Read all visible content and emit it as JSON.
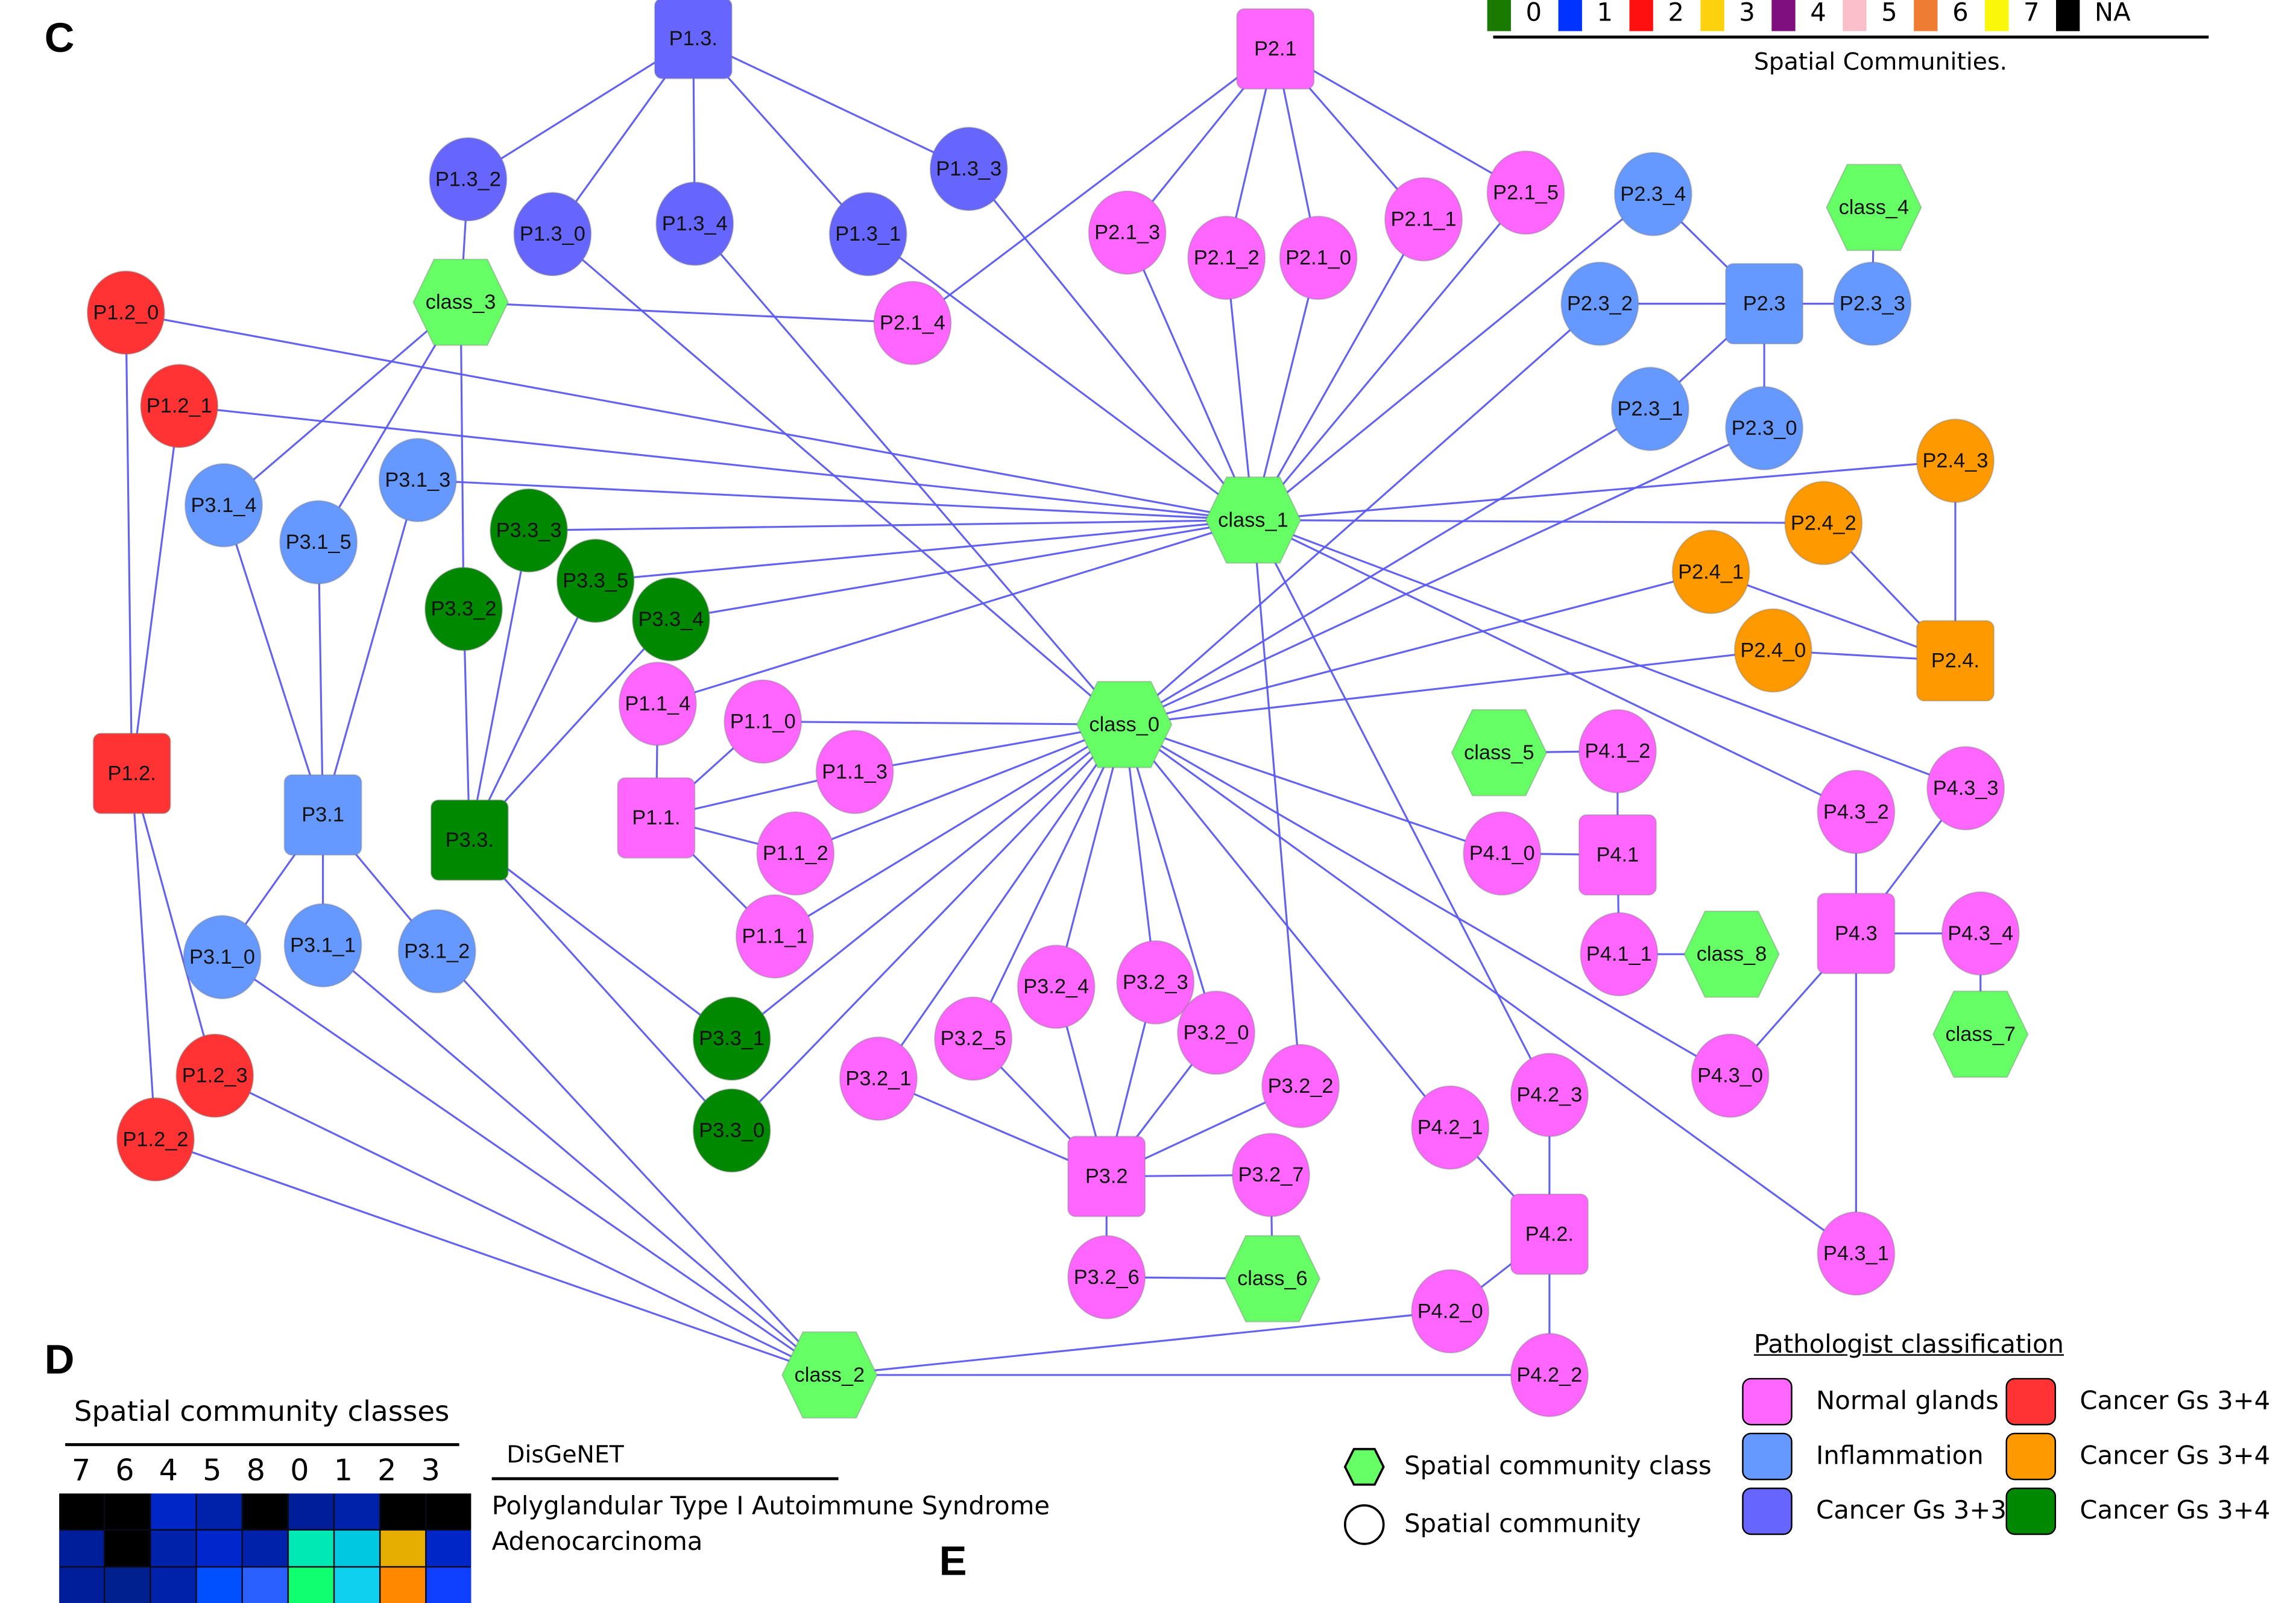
{
  "panels": {
    "c": "C",
    "d": "D",
    "e": "E"
  },
  "spatial_community_legend": {
    "title": "Spatial Communities.",
    "items": [
      {
        "label": "0",
        "color": "#1a7a00"
      },
      {
        "label": "1",
        "color": "#0033ff"
      },
      {
        "label": "2",
        "color": "#ff1010"
      },
      {
        "label": "3",
        "color": "#fcd20f"
      },
      {
        "label": "4",
        "color": "#7f0f7f"
      },
      {
        "label": "5",
        "color": "#f9c0cb"
      },
      {
        "label": "6",
        "color": "#ee7d33"
      },
      {
        "label": "7",
        "color": "#faf70a"
      },
      {
        "label": "NA",
        "color": "#000000"
      }
    ]
  },
  "pathologist_legend": {
    "title": "Pathologist classification",
    "items": [
      {
        "key": "normal",
        "label": "Normal glands",
        "color": "#ff66ff"
      },
      {
        "key": "inflam",
        "label": "Inflammation",
        "color": "#6699ff"
      },
      {
        "key": "c33",
        "label": "Cancer Gs 3+3",
        "color": "#6666ff"
      },
      {
        "key": "c34red",
        "label": "Cancer Gs 3+4",
        "color": "#ff3333"
      },
      {
        "key": "c34orange",
        "label": "Cancer Gs 3+4",
        "color": "#ff9900"
      },
      {
        "key": "c34green",
        "label": "Cancer Gs 3+4",
        "color": "#008800"
      }
    ]
  },
  "shape_legend": {
    "class_label": "Spatial community class",
    "class_color": "#66ff66",
    "community_label": "Spatial community"
  },
  "graph": {
    "nodes": [
      {
        "id": "P1.3.",
        "type": "sample",
        "cat": "c33"
      },
      {
        "id": "P1.3_2",
        "type": "community",
        "cat": "c33"
      },
      {
        "id": "P1.3_0",
        "type": "community",
        "cat": "c33"
      },
      {
        "id": "P1.3_4",
        "type": "community",
        "cat": "c33"
      },
      {
        "id": "P1.3_1",
        "type": "community",
        "cat": "c33"
      },
      {
        "id": "P1.3_3",
        "type": "community",
        "cat": "c33"
      },
      {
        "id": "P2.1",
        "type": "sample",
        "cat": "normal"
      },
      {
        "id": "P2.1_3",
        "type": "community",
        "cat": "normal"
      },
      {
        "id": "P2.1_2",
        "type": "community",
        "cat": "normal"
      },
      {
        "id": "P2.1_0",
        "type": "community",
        "cat": "normal"
      },
      {
        "id": "P2.1_1",
        "type": "community",
        "cat": "normal"
      },
      {
        "id": "P2.1_5",
        "type": "community",
        "cat": "normal"
      },
      {
        "id": "P2.1_4",
        "type": "community",
        "cat": "normal"
      },
      {
        "id": "P2.3",
        "type": "sample",
        "cat": "inflam"
      },
      {
        "id": "P2.3_4",
        "type": "community",
        "cat": "inflam"
      },
      {
        "id": "P2.3_2",
        "type": "community",
        "cat": "inflam"
      },
      {
        "id": "P2.3_3",
        "type": "community",
        "cat": "inflam"
      },
      {
        "id": "P2.3_1",
        "type": "community",
        "cat": "inflam"
      },
      {
        "id": "P2.3_0",
        "type": "community",
        "cat": "inflam"
      },
      {
        "id": "class_4",
        "type": "class",
        "cat": "class"
      },
      {
        "id": "P1.2.",
        "type": "sample",
        "cat": "c34red"
      },
      {
        "id": "P1.2_0",
        "type": "community",
        "cat": "c34red"
      },
      {
        "id": "P1.2_1",
        "type": "community",
        "cat": "c34red"
      },
      {
        "id": "P1.2_3",
        "type": "community",
        "cat": "c34red"
      },
      {
        "id": "P1.2_2",
        "type": "community",
        "cat": "c34red"
      },
      {
        "id": "class_3",
        "type": "class",
        "cat": "class"
      },
      {
        "id": "P3.1",
        "type": "sample",
        "cat": "inflam"
      },
      {
        "id": "P3.1_4",
        "type": "community",
        "cat": "inflam"
      },
      {
        "id": "P3.1_5",
        "type": "community",
        "cat": "inflam"
      },
      {
        "id": "P3.1_3",
        "type": "community",
        "cat": "inflam"
      },
      {
        "id": "P3.1_0",
        "type": "community",
        "cat": "inflam"
      },
      {
        "id": "P3.1_1",
        "type": "community",
        "cat": "inflam"
      },
      {
        "id": "P3.1_2",
        "type": "community",
        "cat": "inflam"
      },
      {
        "id": "P3.3.",
        "type": "sample",
        "cat": "c34green"
      },
      {
        "id": "P3.3_3",
        "type": "community",
        "cat": "c34green"
      },
      {
        "id": "P3.3_2",
        "type": "community",
        "cat": "c34green"
      },
      {
        "id": "P3.3_5",
        "type": "community",
        "cat": "c34green"
      },
      {
        "id": "P3.3_4",
        "type": "community",
        "cat": "c34green"
      },
      {
        "id": "P3.3_1",
        "type": "community",
        "cat": "c34green"
      },
      {
        "id": "P3.3_0",
        "type": "community",
        "cat": "c34green"
      },
      {
        "id": "class_1",
        "type": "class",
        "cat": "class"
      },
      {
        "id": "class_0",
        "type": "class",
        "cat": "class"
      },
      {
        "id": "P2.4.",
        "type": "sample",
        "cat": "c34orange"
      },
      {
        "id": "P2.4_3",
        "type": "community",
        "cat": "c34orange"
      },
      {
        "id": "P2.4_2",
        "type": "community",
        "cat": "c34orange"
      },
      {
        "id": "P2.4_1",
        "type": "community",
        "cat": "c34orange"
      },
      {
        "id": "P2.4_0",
        "type": "community",
        "cat": "c34orange"
      },
      {
        "id": "P1.1.",
        "type": "sample",
        "cat": "normal"
      },
      {
        "id": "P1.1_4",
        "type": "community",
        "cat": "normal"
      },
      {
        "id": "P1.1_0",
        "type": "community",
        "cat": "normal"
      },
      {
        "id": "P1.1_3",
        "type": "community",
        "cat": "normal"
      },
      {
        "id": "P1.1_2",
        "type": "community",
        "cat": "normal"
      },
      {
        "id": "P1.1_1",
        "type": "community",
        "cat": "normal"
      },
      {
        "id": "class_5",
        "type": "class",
        "cat": "class"
      },
      {
        "id": "P4.1",
        "type": "sample",
        "cat": "normal"
      },
      {
        "id": "P4.1_2",
        "type": "community",
        "cat": "normal"
      },
      {
        "id": "P4.1_0",
        "type": "community",
        "cat": "normal"
      },
      {
        "id": "P4.1_1",
        "type": "community",
        "cat": "normal"
      },
      {
        "id": "class_8",
        "type": "class",
        "cat": "class"
      },
      {
        "id": "P4.3",
        "type": "sample",
        "cat": "normal"
      },
      {
        "id": "P4.3_2",
        "type": "community",
        "cat": "normal"
      },
      {
        "id": "P4.3_3",
        "type": "community",
        "cat": "normal"
      },
      {
        "id": "P4.3_4",
        "type": "community",
        "cat": "normal"
      },
      {
        "id": "P4.3_0",
        "type": "community",
        "cat": "normal"
      },
      {
        "id": "P4.3_1",
        "type": "community",
        "cat": "normal"
      },
      {
        "id": "class_7",
        "type": "class",
        "cat": "class"
      },
      {
        "id": "P3.2",
        "type": "sample",
        "cat": "normal"
      },
      {
        "id": "P3.2_4",
        "type": "community",
        "cat": "normal"
      },
      {
        "id": "P3.2_3",
        "type": "community",
        "cat": "normal"
      },
      {
        "id": "P3.2_5",
        "type": "community",
        "cat": "normal"
      },
      {
        "id": "P3.2_0",
        "type": "community",
        "cat": "normal"
      },
      {
        "id": "P3.2_1",
        "type": "community",
        "cat": "normal"
      },
      {
        "id": "P3.2_2",
        "type": "community",
        "cat": "normal"
      },
      {
        "id": "P3.2_7",
        "type": "community",
        "cat": "normal"
      },
      {
        "id": "P3.2_6",
        "type": "community",
        "cat": "normal"
      },
      {
        "id": "class_6",
        "type": "class",
        "cat": "class"
      },
      {
        "id": "P4.2.",
        "type": "sample",
        "cat": "normal"
      },
      {
        "id": "P4.2_3",
        "type": "community",
        "cat": "normal"
      },
      {
        "id": "P4.2_1",
        "type": "community",
        "cat": "normal"
      },
      {
        "id": "P4.2_0",
        "type": "community",
        "cat": "normal"
      },
      {
        "id": "P4.2_2",
        "type": "community",
        "cat": "normal"
      },
      {
        "id": "class_2",
        "type": "class",
        "cat": "class"
      }
    ],
    "edges": [
      [
        "P1.3.",
        "P1.3_2"
      ],
      [
        "P1.3.",
        "P1.3_0"
      ],
      [
        "P1.3.",
        "P1.3_4"
      ],
      [
        "P1.3.",
        "P1.3_1"
      ],
      [
        "P1.3.",
        "P1.3_3"
      ],
      [
        "P1.3_2",
        "class_3"
      ],
      [
        "P1.3_0",
        "class_0"
      ],
      [
        "P1.3_4",
        "class_0"
      ],
      [
        "P1.3_1",
        "class_1"
      ],
      [
        "P1.3_3",
        "class_1"
      ],
      [
        "P2.1",
        "P2.1_3"
      ],
      [
        "P2.1",
        "P2.1_2"
      ],
      [
        "P2.1",
        "P2.1_0"
      ],
      [
        "P2.1",
        "P2.1_1"
      ],
      [
        "P2.1",
        "P2.1_5"
      ],
      [
        "P2.1",
        "P2.1_4"
      ],
      [
        "P2.1_3",
        "class_1"
      ],
      [
        "P2.1_2",
        "class_1"
      ],
      [
        "P2.1_0",
        "class_1"
      ],
      [
        "P2.1_1",
        "class_1"
      ],
      [
        "P2.1_5",
        "class_1"
      ],
      [
        "class_3",
        "P2.1_4"
      ],
      [
        "P2.3",
        "P2.3_4"
      ],
      [
        "P2.3",
        "P2.3_2"
      ],
      [
        "P2.3",
        "P2.3_3"
      ],
      [
        "P2.3",
        "P2.3_1"
      ],
      [
        "P2.3",
        "P2.3_0"
      ],
      [
        "P2.3_3",
        "class_4"
      ],
      [
        "P2.3_4",
        "class_1"
      ],
      [
        "P2.3_2",
        "class_0"
      ],
      [
        "P2.3_1",
        "class_0"
      ],
      [
        "P2.3_0",
        "class_0"
      ],
      [
        "P1.2.",
        "P1.2_0"
      ],
      [
        "P1.2.",
        "P1.2_1"
      ],
      [
        "P1.2.",
        "P1.2_3"
      ],
      [
        "P1.2.",
        "P1.2_2"
      ],
      [
        "P1.2_0",
        "class_1"
      ],
      [
        "P1.2_1",
        "class_1"
      ],
      [
        "P1.2_3",
        "class_2"
      ],
      [
        "P1.2_2",
        "class_2"
      ],
      [
        "class_3",
        "P3.1_4"
      ],
      [
        "class_3",
        "P3.1_5"
      ],
      [
        "class_3",
        "P3.3_2"
      ],
      [
        "P3.1",
        "P3.1_4"
      ],
      [
        "P3.1",
        "P3.1_5"
      ],
      [
        "P3.1",
        "P3.1_0"
      ],
      [
        "P3.1",
        "P3.1_1"
      ],
      [
        "P3.1",
        "P3.1_2"
      ],
      [
        "P3.1",
        "P3.1_3"
      ],
      [
        "P3.1_3",
        "class_1"
      ],
      [
        "P3.1_0",
        "class_2"
      ],
      [
        "P3.1_1",
        "class_2"
      ],
      [
        "P3.1_2",
        "class_2"
      ],
      [
        "P3.3.",
        "P3.3_2"
      ],
      [
        "P3.3.",
        "P3.3_3"
      ],
      [
        "P3.3.",
        "P3.3_5"
      ],
      [
        "P3.3.",
        "P3.3_4"
      ],
      [
        "P3.3.",
        "P3.3_1"
      ],
      [
        "P3.3.",
        "P3.3_0"
      ],
      [
        "P3.3_3",
        "class_1"
      ],
      [
        "P3.3_5",
        "class_1"
      ],
      [
        "P3.3_4",
        "class_1"
      ],
      [
        "P3.3_1",
        "class_0"
      ],
      [
        "P3.3_0",
        "class_0"
      ],
      [
        "class_1",
        "P2.4_3"
      ],
      [
        "class_1",
        "P2.4_2"
      ],
      [
        "class_1",
        "P4.3_2"
      ],
      [
        "class_1",
        "P4.3_3"
      ],
      [
        "class_1",
        "P3.2_2"
      ],
      [
        "class_1",
        "P4.2_3"
      ],
      [
        "class_1",
        "P1.1_4"
      ],
      [
        "P2.4.",
        "P2.4_3"
      ],
      [
        "P2.4.",
        "P2.4_2"
      ],
      [
        "P2.4.",
        "P2.4_1"
      ],
      [
        "P2.4.",
        "P2.4_0"
      ],
      [
        "class_0",
        "P2.4_1"
      ],
      [
        "class_0",
        "P2.4_0"
      ],
      [
        "P1.1.",
        "P1.1_4"
      ],
      [
        "P1.1.",
        "P1.1_0"
      ],
      [
        "P1.1.",
        "P1.1_3"
      ],
      [
        "P1.1.",
        "P1.1_2"
      ],
      [
        "P1.1.",
        "P1.1_1"
      ],
      [
        "class_0",
        "P1.1_0"
      ],
      [
        "class_0",
        "P1.1_3"
      ],
      [
        "class_0",
        "P1.1_2"
      ],
      [
        "class_0",
        "P1.1_1"
      ],
      [
        "class_0",
        "P3.2_1"
      ],
      [
        "class_0",
        "P3.2_5"
      ],
      [
        "class_0",
        "P3.2_4"
      ],
      [
        "class_0",
        "P3.2_3"
      ],
      [
        "class_0",
        "P3.2_0"
      ],
      [
        "class_0",
        "P4.1_0"
      ],
      [
        "class_0",
        "P4.2_1"
      ],
      [
        "class_0",
        "P4.3_0"
      ],
      [
        "class_0",
        "P4.3_1"
      ],
      [
        "class_5",
        "P4.1_2"
      ],
      [
        "P4.1",
        "P4.1_2"
      ],
      [
        "P4.1",
        "P4.1_0"
      ],
      [
        "P4.1",
        "P4.1_1"
      ],
      [
        "P4.1_1",
        "class_8"
      ],
      [
        "P4.3",
        "P4.3_2"
      ],
      [
        "P4.3",
        "P4.3_3"
      ],
      [
        "P4.3",
        "P4.3_4"
      ],
      [
        "P4.3",
        "P4.3_0"
      ],
      [
        "P4.3",
        "P4.3_1"
      ],
      [
        "P4.3_4",
        "class_7"
      ],
      [
        "P3.2",
        "P3.2_1"
      ],
      [
        "P3.2",
        "P3.2_5"
      ],
      [
        "P3.2",
        "P3.2_4"
      ],
      [
        "P3.2",
        "P3.2_3"
      ],
      [
        "P3.2",
        "P3.2_0"
      ],
      [
        "P3.2",
        "P3.2_2"
      ],
      [
        "P3.2",
        "P3.2_7"
      ],
      [
        "P3.2",
        "P3.2_6"
      ],
      [
        "P3.2_7",
        "class_6"
      ],
      [
        "P3.2_6",
        "class_6"
      ],
      [
        "P4.2.",
        "P4.2_3"
      ],
      [
        "P4.2.",
        "P4.2_1"
      ],
      [
        "P4.2.",
        "P4.2_0"
      ],
      [
        "P4.2.",
        "P4.2_2"
      ],
      [
        "class_2",
        "P4.2_0"
      ],
      [
        "class_2",
        "P4.2_2"
      ]
    ]
  },
  "heatmap": {
    "title": "Spatial community classes",
    "columns": [
      "7",
      "6",
      "4",
      "5",
      "8",
      "0",
      "1",
      "2",
      "3"
    ],
    "rows": [
      [
        "#000000",
        "#000000",
        "#0026c8",
        "#0022aa",
        "#000000",
        "#001e99",
        "#0022aa",
        "#000000",
        "#000000"
      ],
      [
        "#001e99",
        "#000000",
        "#0022aa",
        "#0026cc",
        "#0022aa",
        "#00e8b4",
        "#00c8e0",
        "#e6ae00",
        "#0026c8"
      ],
      [
        "#001e99",
        "#00208f",
        "#0022aa",
        "#0050ff",
        "#2a60ff",
        "#10ff70",
        "#10d0f0",
        "#ff8800",
        "#1040ff"
      ]
    ]
  },
  "disgenet": {
    "title": "DisGeNET",
    "diseases": [
      "Polyglandular Type I Autoimmune Syndrome",
      "Adenocarcinoma"
    ]
  }
}
